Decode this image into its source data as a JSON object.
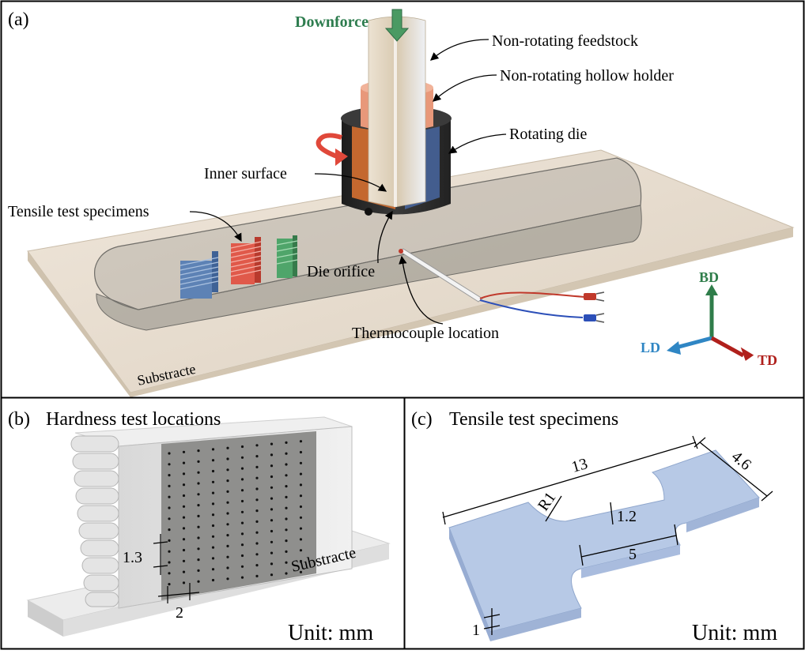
{
  "panel_a": {
    "tag": "(a)",
    "downforce": "Downforce",
    "feedstock": "Non-rotating feedstock",
    "holder": "Non-rotating hollow holder",
    "die": "Rotating die",
    "inner_surface": "Inner surface",
    "tensile_specimens": "Tensile test specimens",
    "die_orifice": "Die orifice",
    "thermocouple": "Thermocouple location",
    "substrate": "Substracte",
    "axes": {
      "bd": "BD",
      "ld": "LD",
      "td": "TD"
    }
  },
  "panel_b": {
    "tag": "(b)",
    "title": "Hardness test locations",
    "dim_vertical": "1.3",
    "dim_horizontal": "2",
    "substrate": "Substracte",
    "unit": "Unit: mm"
  },
  "panel_c": {
    "tag": "(c)",
    "title": "Tensile test specimens",
    "dim_length": "13",
    "dim_width": "4.6",
    "dim_radius": "R1",
    "dim_gauge_width": "1.2",
    "dim_gauge_length": "5",
    "dim_thickness": "1",
    "unit": "Unit: mm"
  },
  "colors": {
    "downforce": "#2e7d4f",
    "bd": "#2f7d4a",
    "ld": "#2f86c4",
    "td": "#b0201c",
    "die": "#2b2b2b",
    "holder": "#e8987a",
    "substrate": "#e7ddcf",
    "specimen_blue": "#5d82b5",
    "specimen_red": "#e0594a",
    "specimen_green": "#4fa56a",
    "coupon": "#b7c9e6"
  }
}
